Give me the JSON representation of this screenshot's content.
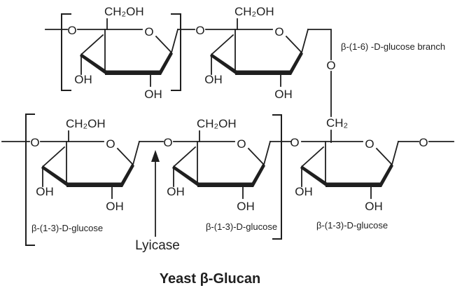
{
  "figure": {
    "title": "Yeast β-Glucan",
    "enzyme_label": "Lyicase",
    "branch_label": "β-(1-6) -D-glucose branch",
    "unit_labels": {
      "left": "β-(1-3)-D-glucose",
      "middle": "β-(1-3)-D-glucose",
      "right": "β-(1-3)-D-glucose"
    }
  },
  "atoms": {
    "oxygen": "O",
    "hydroxyl": "OH",
    "ch2oh": "CH₂OH",
    "ch2": "CH₂"
  },
  "colors": {
    "ink": "#1f1f1f",
    "background": "#ffffff"
  }
}
